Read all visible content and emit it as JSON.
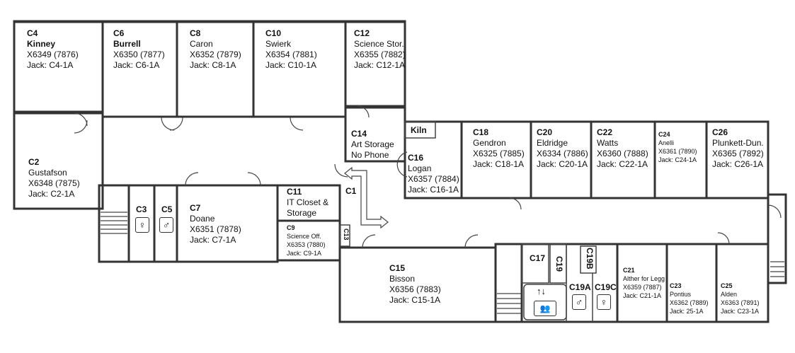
{
  "rooms": {
    "c4": {
      "id": "C4",
      "name": "Kinney",
      "ext": "X6349 (7876)",
      "jack": "Jack: C4-1A"
    },
    "c6": {
      "id": "C6",
      "name": "Burrell",
      "ext": "X6350 (7877)",
      "jack": "Jack: C6-1A"
    },
    "c8": {
      "id": "C8",
      "name": "Caron",
      "ext": "X6352 (7879)",
      "jack": "Jack: C8-1A"
    },
    "c10": {
      "id": "C10",
      "name": "Swierk",
      "ext": "X6354 (7881)",
      "jack": "Jack: C10-1A"
    },
    "c12": {
      "id": "C12",
      "name": "Science Stor.",
      "ext": "X6355 (7882)",
      "jack": "Jack: C12-1A"
    },
    "c14": {
      "id": "C14",
      "name": "Art Storage",
      "note": "No Phone"
    },
    "c2": {
      "id": "C2",
      "name": "Gustafson",
      "ext": "X6348 (7875)",
      "jack": "Jack: C2-1A"
    },
    "kiln": {
      "id": "Kiln"
    },
    "c16": {
      "id": "C16",
      "name": "Logan",
      "ext": "X6357 (7884)",
      "jack": "Jack: C16-1A"
    },
    "c18": {
      "id": "C18",
      "name": "Gendron",
      "ext": "X6325 (7885)",
      "jack": "Jack: C18-1A"
    },
    "c20": {
      "id": "C20",
      "name": "Eldridge",
      "ext": "X6334 (7886)",
      "jack": "Jack: C20-1A"
    },
    "c22": {
      "id": "C22",
      "name": "Watts",
      "ext": "X6360 (7888)",
      "jack": "Jack: C22-1A"
    },
    "c24": {
      "id": "C24",
      "name": "Anelli",
      "ext": "X6361 (7890)",
      "jack": "Jack: C24-1A"
    },
    "c26": {
      "id": "C26",
      "name": "Plunkett-Dun.",
      "ext": "X6365 (7892)",
      "jack": "Jack: C26-1A"
    },
    "c1": {
      "id": "C1"
    },
    "c11": {
      "id": "C11",
      "name": "IT Closet &",
      "name2": "Storage"
    },
    "c9": {
      "id": "C9",
      "name": "Science Off.",
      "ext": "X6353 (7880)",
      "jack": "Jack: C9-1A"
    },
    "c13": {
      "id": "C13"
    },
    "c3": {
      "id": "C3"
    },
    "c5": {
      "id": "C5"
    },
    "c7": {
      "id": "C7",
      "name": "Doane",
      "ext": "X6351 (7878)",
      "jack": "Jack: C7-1A"
    },
    "c15": {
      "id": "C15",
      "name": "Bisson",
      "ext": "X6356 (7883)",
      "jack": "Jack: C15-1A"
    },
    "c17": {
      "id": "C17"
    },
    "c19": {
      "id": "C19"
    },
    "c19b": {
      "id": "C19B"
    },
    "c19a": {
      "id": "C19A"
    },
    "c19c": {
      "id": "C19C"
    },
    "c21": {
      "id": "C21",
      "name": "Alther for Legg",
      "ext": "X6359 (7887)",
      "jack": "Jack: C21-1A"
    },
    "c23": {
      "id": "C23",
      "name": "Pontius",
      "ext": "X6362 (7889)",
      "jack": "Jack: 25-1A"
    },
    "c25": {
      "id": "C25",
      "name": "Alden",
      "ext": "X6363 (7891)",
      "jack": "Jack: C23-1A"
    }
  },
  "icons": {
    "restroom_female": "♀",
    "restroom_male": "♂",
    "elevator_arrows": "↑↓",
    "elevator_people": "👥"
  }
}
